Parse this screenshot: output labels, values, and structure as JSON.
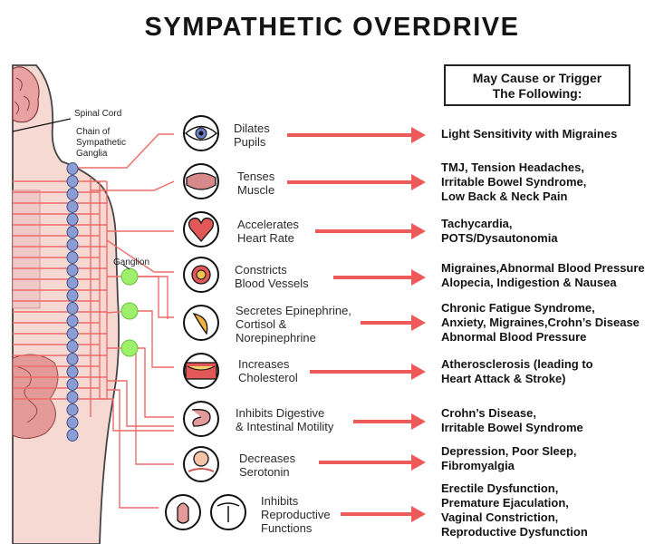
{
  "title": "SYMPATHETIC OVERDRIVE",
  "effects_header": {
    "line1": "May Cause or Trigger",
    "line2": "The Following:"
  },
  "anatomy": {
    "spinal_cord": "Spinal Cord",
    "chain_line1": "Chain of",
    "chain_line2": "Sympathetic",
    "chain_line3": "Ganglia",
    "ganglion": "Ganglion"
  },
  "rows": [
    {
      "icon": "eye-icon",
      "action": [
        "Dilates",
        "Pupils"
      ],
      "effect": [
        "Light Sensitivity with Migraines"
      ]
    },
    {
      "icon": "muscle-icon",
      "action": [
        "Tenses",
        "Muscle"
      ],
      "effect": [
        "TMJ, Tension Headaches,",
        "Irritable Bowel Syndrome,",
        "Low Back & Neck Pain"
      ]
    },
    {
      "icon": "heart-icon",
      "action": [
        "Accelerates",
        "Heart Rate"
      ],
      "effect": [
        "Tachycardia,",
        "POTS/Dysautonomia"
      ]
    },
    {
      "icon": "blood-vessel-icon",
      "action": [
        "Constricts",
        "Blood Vessels"
      ],
      "effect": [
        "Migraines,Abnormal Blood Pressure",
        "Alopecia, Indigestion & Nausea"
      ]
    },
    {
      "icon": "adrenal-gland-icon",
      "action": [
        "Secretes Epinephrine,",
        "Cortisol &",
        "Norepinephrine"
      ],
      "effect": [
        "Chronic Fatigue Syndrome,",
        "Anxiety, Migraines,Crohn’s Disease",
        "Abnormal Blood Pressure"
      ]
    },
    {
      "icon": "artery-plaque-icon",
      "action": [
        "Increases",
        "Cholesterol"
      ],
      "effect": [
        "Atherosclerosis (leading to",
        "Heart Attack & Stroke)"
      ]
    },
    {
      "icon": "intestine-icon",
      "action": [
        "Inhibits Digestive",
        "& Intestinal Motility"
      ],
      "effect": [
        "Crohn’s Disease,",
        "Irritable Bowel Syndrome"
      ]
    },
    {
      "icon": "serotonin-cell-icon",
      "action": [
        "Decreases",
        "Serotonin"
      ],
      "effect": [
        "Depression, Poor Sleep,",
        "Fibromyalgia"
      ]
    },
    {
      "icon": "reproductive-organs-icon",
      "action": [
        "Inhibits",
        "Reproductive",
        "Functions"
      ],
      "effect": [
        "Erectile Dysfunction,",
        "Premature Ejaculation,",
        "Vaginal Constriction,",
        "Reproductive Dysfunction"
      ]
    }
  ]
}
